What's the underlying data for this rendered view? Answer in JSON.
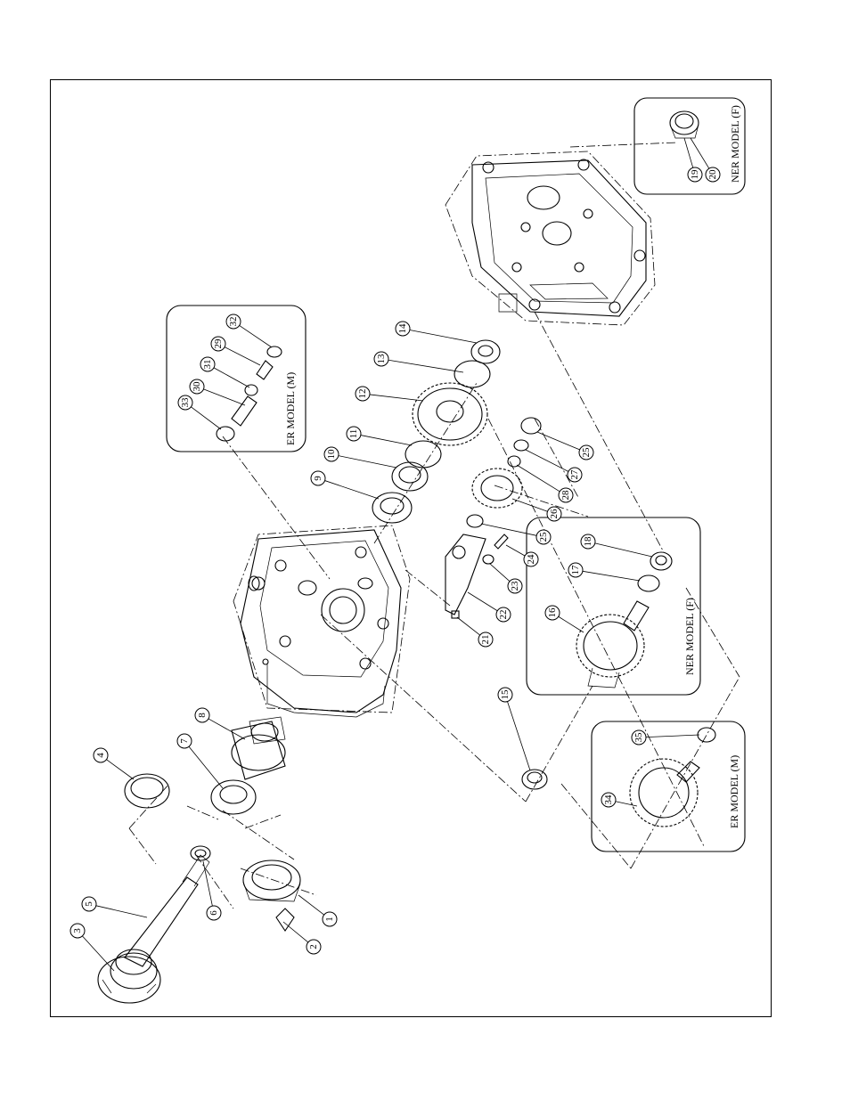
{
  "diagram": {
    "callouts": [
      "1",
      "2",
      "3",
      "4",
      "5",
      "6",
      "7",
      "8",
      "9",
      "10",
      "11",
      "12",
      "13",
      "14",
      "15",
      "16",
      "17",
      "18",
      "19",
      "20",
      "21",
      "22",
      "23",
      "24",
      "25",
      "26",
      "27",
      "28",
      "25",
      "29",
      "30",
      "31",
      "32",
      "33",
      "34",
      "35"
    ],
    "insets": [
      {
        "label": "ER MODEL (M)"
      },
      {
        "label": "NER MODEL (F)"
      },
      {
        "label": "NER MODEL (F)"
      },
      {
        "label": "ER MODEL (M)"
      }
    ]
  }
}
